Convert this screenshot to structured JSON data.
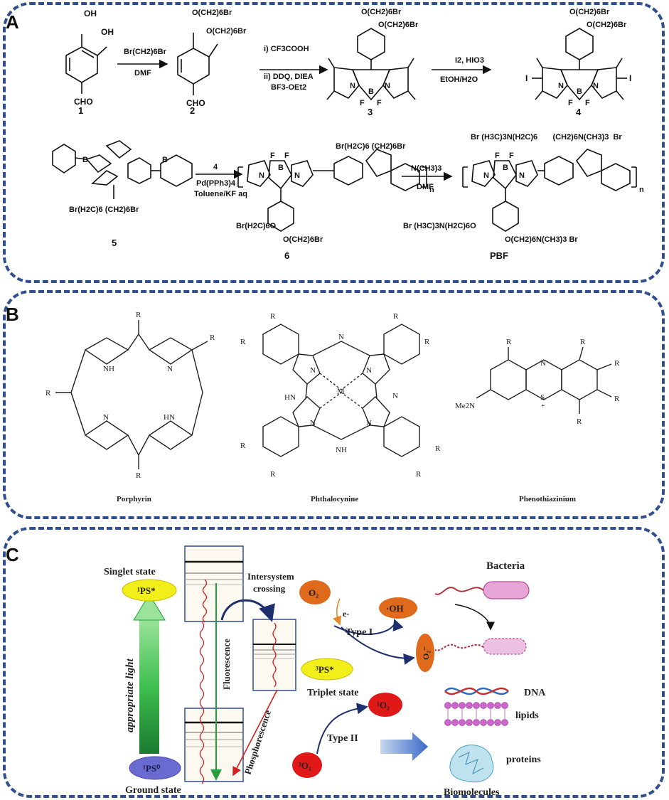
{
  "panels": {
    "a": {
      "letter": "A"
    },
    "b": {
      "letter": "B"
    },
    "c": {
      "letter": "C"
    }
  },
  "scheme_a": {
    "compounds": [
      "1",
      "2",
      "3",
      "4",
      "5",
      "6",
      "PBF"
    ],
    "groups": {
      "oh": "OH",
      "cho": "CHO",
      "o_hexbr": "O(CH2)6Br",
      "br_hex_o": "Br(H2C)6O",
      "fluorene_sub": "Br(H2C)6 (CH2)6Br",
      "quat_top": "Br (H3C)3N(H2C)6       (CH2)6N(CH3)3  Br",
      "quat_bottom_left": "Br  (H3C)3N(H2C)6O",
      "quat_bottom_right": "O(CH2)6N(CH3)3  Br",
      "iodo": "I",
      "fluoro": "F",
      "boron": "B",
      "nitrogen": "N",
      "n_sub": "n"
    },
    "steps": {
      "s1_top": "Br(CH2)6Br",
      "s1_bottom": "DMF",
      "s2_l1": "i) CF3COOH",
      "s2_l2": "ii) DDQ, DIEA",
      "s2_l3": "BF3-OEt2",
      "s3_top": "I2, HIO3",
      "s3_bottom": "EtOH/H2O",
      "s4_top": "4",
      "s4_l2": "Pd(PPh3)4",
      "s4_l3": "Toluene/KF aq",
      "s5_top": "N(CH3)3",
      "s5_bottom": "DMF"
    }
  },
  "panel_b": {
    "structures": [
      "Porphyrin",
      "Phthalocynine",
      "Phenothiazinium"
    ],
    "atoms": {
      "r": "R",
      "nh": "NH",
      "hn": "HN",
      "n": "N",
      "m": "M",
      "s": "S",
      "plus": "+",
      "me2n": "Me2N"
    }
  },
  "panel_c": {
    "singlet_state": "Singlet state",
    "triplet_state": "Triplet state",
    "ground_state": "Ground state",
    "intersystem_1": "Intersystem",
    "intersystem_2": "crossing",
    "ps_singlet": "¹PS*",
    "ps_triplet": "³PS*",
    "ps_ground": "¹PS⁰",
    "light": "appropriate light",
    "fluorescence": "Fluorescence",
    "phosphorescence": "Phosphorescence",
    "o2": "O₂",
    "electron": "e-",
    "hydroxyl": "·OH",
    "superoxide": "O₂⁻",
    "type1": "Type I",
    "type2": "Type II",
    "singlet_oxygen": "¹O₂",
    "triplet_oxygen": "³O₂",
    "bacteria": "Bacteria",
    "dna": "DNA",
    "lipids": "lipids",
    "proteins": "proteins",
    "biomolecules": "Biomolecules",
    "colors": {
      "accent": "#2f4f8f",
      "red": "#d42020",
      "orange": "#e06a1c",
      "yellow": "#f2ee1a",
      "purple": "#6a6bd0",
      "green": "#22a23a",
      "pink": "#e8a6d6"
    }
  }
}
